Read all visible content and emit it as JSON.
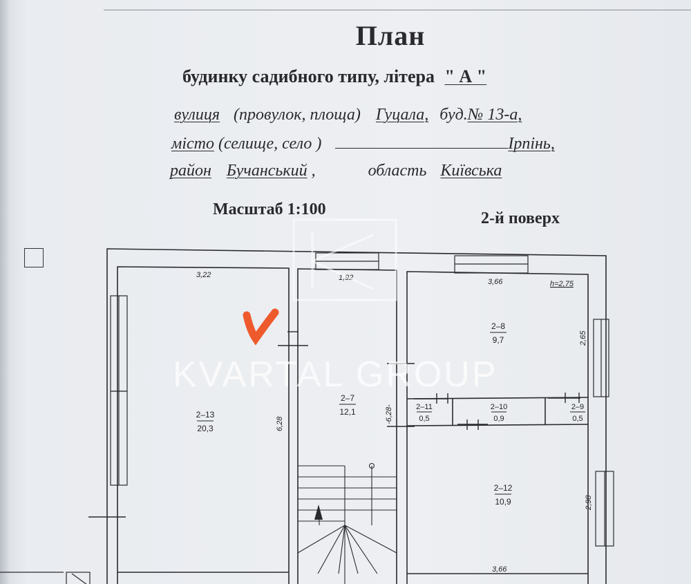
{
  "header": {
    "title": "План",
    "subtitle_prefix": "будинку садибного типу, літера",
    "litera": "\" А \""
  },
  "address": {
    "street_label": "вулиця",
    "street_alt": "(провулок, площа)",
    "street_value": "Гуцала,",
    "building_label": "буд.",
    "building_value": "№ 13-а,",
    "city_label": "місто",
    "city_alt": "(селище, село )",
    "city_value": "Ірпінь,",
    "district_label": "район",
    "district_value": "Бучанський",
    "district_sep": ",",
    "region_label": "область",
    "region_value": "Київська"
  },
  "scale_label": "Масштаб 1:100",
  "floor_label": "2-й поверх",
  "watermark": "KVARTAL GROUP",
  "plan": {
    "height_mark": "h=2,75",
    "dims": {
      "room13_top": "3,22",
      "room13_side": "6,28",
      "room7_top": "1,92",
      "room7_side": "-6,28-",
      "right_top": "3,66",
      "right_bottom": "3,66",
      "room8_side": "2,65",
      "room12_side": "2,98"
    },
    "rooms": [
      {
        "num": "2–13",
        "area": "20,3"
      },
      {
        "num": "2–7",
        "area": "12,1"
      },
      {
        "num": "2–8",
        "area": "9,7"
      },
      {
        "num": "2–11",
        "area": "0,5"
      },
      {
        "num": "2–10",
        "area": "0,9"
      },
      {
        "num": "2–9",
        "area": "0,5"
      },
      {
        "num": "2–12",
        "area": "10,9"
      }
    ]
  },
  "colors": {
    "ink": "#2a2a2e",
    "checkmark": "#ee5a2c",
    "paper": "#ecedf0"
  }
}
